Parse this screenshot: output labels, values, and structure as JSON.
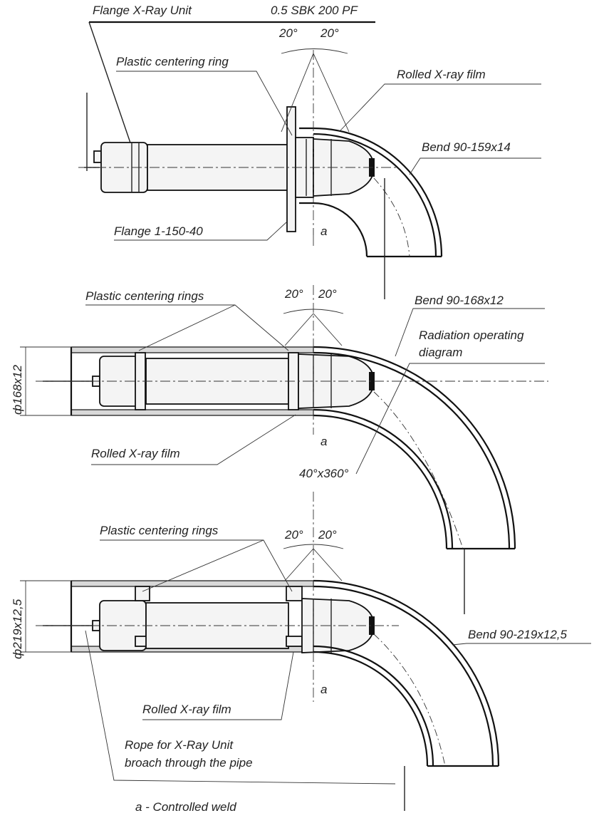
{
  "header": {
    "unit_label": "Flange X-Ray Unit",
    "model": "0.5 SBK 200 PF"
  },
  "unit1": {
    "angle_left": "20°",
    "angle_right": "20°",
    "ring": "Plastic centering ring",
    "film": "Rolled X-ray film",
    "bend": "Bend 90-159x14",
    "flange": "Flange 1-150-40",
    "weld": "a"
  },
  "unit2": {
    "angle_left": "20°",
    "angle_right": "20°",
    "rings": "Plastic centering rings",
    "bend": "Bend 90-168x12",
    "radiation_1": "Radiation operating",
    "radiation_2": "diagram",
    "diameter": "ф168x12",
    "film": "Rolled X-ray film",
    "weld": "a",
    "sweep": "40°x360°"
  },
  "unit3": {
    "angle_left": "20°",
    "angle_right": "20°",
    "rings": "Plastic centering rings",
    "bend": "Bend 90-219x12,5",
    "diameter": "ф219x12,5",
    "weld": "a",
    "film": "Rolled X-ray film",
    "rope_1": "Rope for X-Ray Unit",
    "rope_2": "broach through the pipe"
  },
  "legend": {
    "weld_note": "a - Controlled weld"
  }
}
